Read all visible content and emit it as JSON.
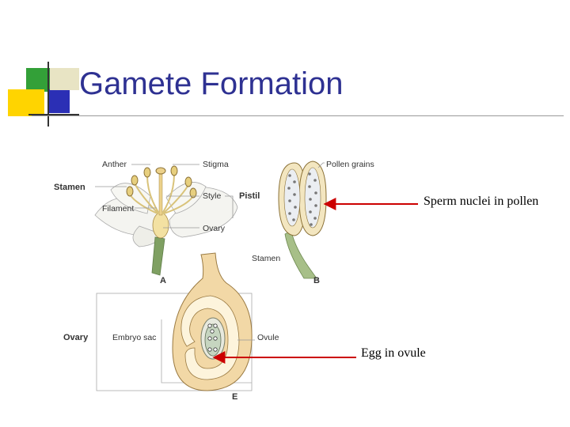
{
  "slide": {
    "title": "Gamete Formation"
  },
  "diagram": {
    "labels": {
      "anther": "Anther",
      "stigma": "Stigma",
      "stamen_a": "Stamen",
      "style": "Style",
      "pistil": "Pistil",
      "filament": "Filament",
      "ovary_a": "Ovary",
      "pollen_grains": "Pollen grains",
      "stamen_b": "Stamen",
      "panel_a": "A",
      "panel_b": "B",
      "ovary_e": "Ovary",
      "embryo_sac": "Embryo sac",
      "ovule": "Ovule",
      "panel_e": "E"
    }
  },
  "annotations": {
    "sperm": "Sperm nuclei in pollen",
    "egg": "Egg in ovule"
  },
  "colors": {
    "title": "#2e3192",
    "arrow": "#cc0000",
    "deco_yellow": "#ffd400",
    "deco_green": "#33a038",
    "deco_blue": "#2b2fb5"
  }
}
